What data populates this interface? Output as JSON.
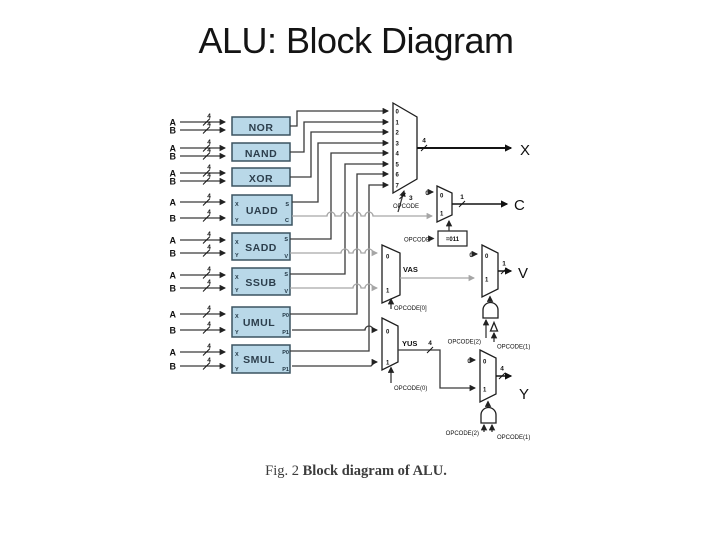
{
  "title": "ALU: Block Diagram",
  "caption": {
    "prefix": "Fig. 2 ",
    "text": "Block diagram of ALU."
  },
  "colors": {
    "block_fill": "#b9d8e8",
    "block_border": "#3b5360",
    "wire_dark": "#3a3a3a",
    "wire_gray": "#a6a6a6"
  },
  "labels": {
    "a": "A",
    "b": "B",
    "bus4": "4",
    "zero": "0",
    "one": "1"
  },
  "blocks": [
    {
      "label": "NOR"
    },
    {
      "label": "NAND"
    },
    {
      "label": "XOR"
    },
    {
      "label": "UADD",
      "in1": "X",
      "in2": "Y",
      "out1": "S",
      "out2": "C"
    },
    {
      "label": "SADD",
      "in1": "X",
      "in2": "Y",
      "out1": "S",
      "out2": "V"
    },
    {
      "label": "SSUB",
      "in1": "X",
      "in2": "Y",
      "out1": "S",
      "out2": "V"
    },
    {
      "label": "UMUL",
      "in1": "X",
      "in2": "Y",
      "out1": "P0",
      "out2": "P1"
    },
    {
      "label": "SMUL",
      "in1": "X",
      "in2": "Y",
      "out1": "P0",
      "out2": "P1"
    }
  ],
  "main_mux": {
    "inputs": [
      "0",
      "1",
      "2",
      "3",
      "4",
      "5",
      "6",
      "7"
    ],
    "select": "OPCODE",
    "select_width": "3",
    "out_width": "4",
    "out": "X"
  },
  "carry": {
    "const": "0",
    "in0": "0",
    "in1": "1",
    "out_width": "1",
    "out": "C",
    "cmp_label": "OPCODE",
    "cmp_value": "=011"
  },
  "overflow": {
    "vas_in0": "0",
    "vas_in1": "1",
    "vas": "VAS",
    "vas_select": "OPCODE[0]",
    "const": "0",
    "in0": "0",
    "in1": "1",
    "out_width": "1",
    "out": "V",
    "and_a": "OPCODE(2)",
    "and_b": "OPCODE(1)"
  },
  "low": {
    "yus_in0": "0",
    "yus_in1": "1",
    "yus": "YUS",
    "yus_select": "OPCODE(0)",
    "yus_width": "4",
    "const": "0",
    "in0": "0",
    "in1": "1",
    "out_width": "4",
    "out": "Y",
    "and_a": "OPCODE(2)",
    "and_b": "OPCODE(1)"
  }
}
